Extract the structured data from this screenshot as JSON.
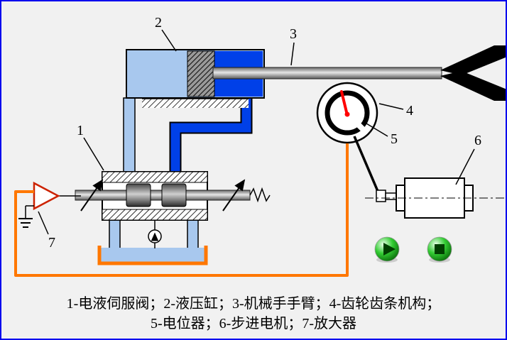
{
  "scene": {
    "background": "#f1f1f1",
    "frame_color": "#0000ee"
  },
  "callouts": {
    "servo_valve": "1",
    "hydraulic_cylinder": "2",
    "manipulator_arm": "3",
    "gear_rack": "4",
    "potentiometer": "5",
    "stepper_motor": "6",
    "amplifier": "7"
  },
  "caption": {
    "line1": "1-电液伺服阀；2-液压缸；3-机械手手臂；4-齿轮齿条机构；",
    "line2": "5-电位器；6-步进电机；7-放大器"
  },
  "colors": {
    "hydraulic_fluid": "#0040e8",
    "cylinder_fill": "#a8c8ee",
    "signal_wire": "#ff7700",
    "needle": "#ff0000",
    "amplifier_outline": "#cc2200",
    "button_green": "#33cc33"
  },
  "controls": {
    "play_icon": "play-triangle",
    "stop_icon": "stop-square"
  }
}
